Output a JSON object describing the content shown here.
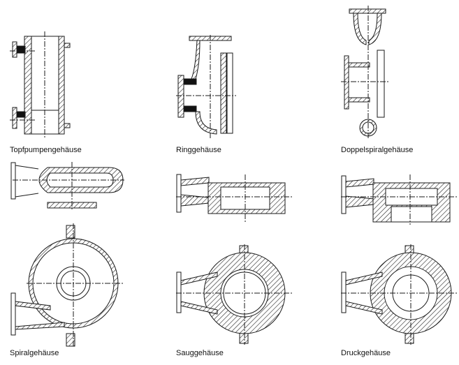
{
  "figures": [
    {
      "id": "topfpumpe",
      "label": "Topfpumpengehäuse"
    },
    {
      "id": "ring",
      "label": "Ringgehäuse"
    },
    {
      "id": "doppelspiral",
      "label": "Doppelspiralgehäuse"
    },
    {
      "id": "spiral",
      "label": "Spiralgehäuse"
    },
    {
      "id": "saug",
      "label": "Sauggehäuse"
    },
    {
      "id": "druck",
      "label": "Druckgehäuse"
    }
  ],
  "colors": {
    "line": "#1a1a1a",
    "fill_black": "#111111",
    "background": "#ffffff"
  }
}
